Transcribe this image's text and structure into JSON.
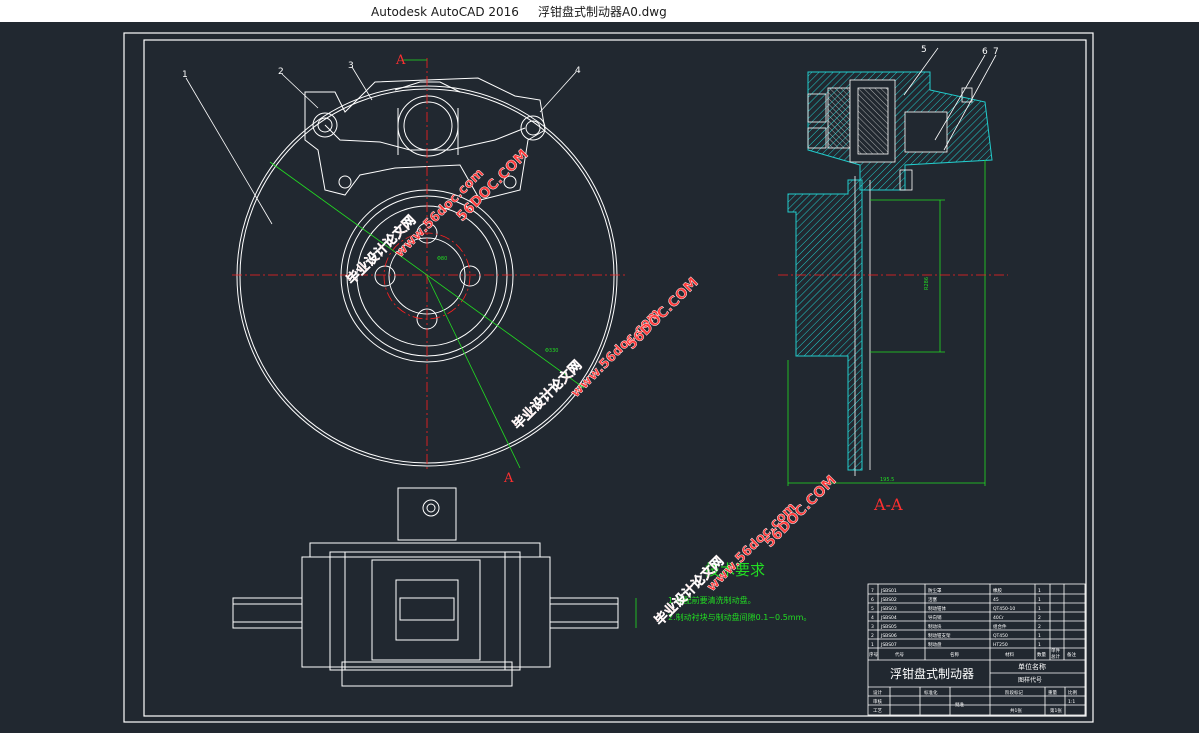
{
  "window": {
    "title": "Autodesk AutoCAD 2016     浮钳盘式制动器A0.dwg"
  },
  "colors": {
    "background": "#212830",
    "line": "#ffffff",
    "center": "#ff2020",
    "dimension": "#22dd22",
    "hatch": "#22cccc",
    "watermark": "#ff3b3b"
  },
  "drawing": {
    "section_mark": "A",
    "section_title": "A-A",
    "part_labels": [
      "1",
      "2",
      "3",
      "4",
      "5",
      "6",
      "7"
    ],
    "dims": {
      "phi_hub": "Φ80",
      "phi_disc": "Φ330",
      "height": "R286",
      "width": "195.5"
    },
    "tech_req": {
      "heading": "技术要求",
      "lines": [
        "1.装配前要清洗制动盘。",
        "2.制动衬块与制动盘间隙0.1~0.5mm。"
      ]
    },
    "watermark": {
      "site": "www.56doc.com",
      "cn": "毕业设计论文网",
      "en": "56DOC.COM"
    }
  },
  "title_block": {
    "bom_rows": [
      [
        "7",
        "JSBS01",
        "防尘罩",
        "1",
        "橡胶"
      ],
      [
        "6",
        "JSBS02",
        "活塞",
        "1",
        "45"
      ],
      [
        "5",
        "JSBS03",
        "制动钳体",
        "1",
        "QT450-10"
      ],
      [
        "4",
        "JSBS04",
        "导向销",
        "2",
        "40Cr"
      ],
      [
        "3",
        "JSBS05",
        "制动块",
        "2",
        "组合件"
      ],
      [
        "2",
        "JSBS06",
        "制动钳支架",
        "1",
        "QT450"
      ],
      [
        "1",
        "JSBS07",
        "制动盘",
        "1",
        "HT250"
      ]
    ],
    "header": [
      "序号",
      "代号",
      "名称",
      "数量",
      "材料",
      "单件",
      "总计",
      "备注"
    ],
    "name": "浮钳盘式制动器",
    "unit": "单位名称",
    "drawing_no": "图样代号",
    "labels": {
      "design": "设计",
      "check": "审核",
      "process": "工艺",
      "standard": "标准化",
      "approve": "批准",
      "stage": "阶段标记",
      "weight": "重量",
      "scale": "比例",
      "scale_val": "1:1",
      "sheets": "共1张",
      "sheet": "第1张"
    }
  }
}
